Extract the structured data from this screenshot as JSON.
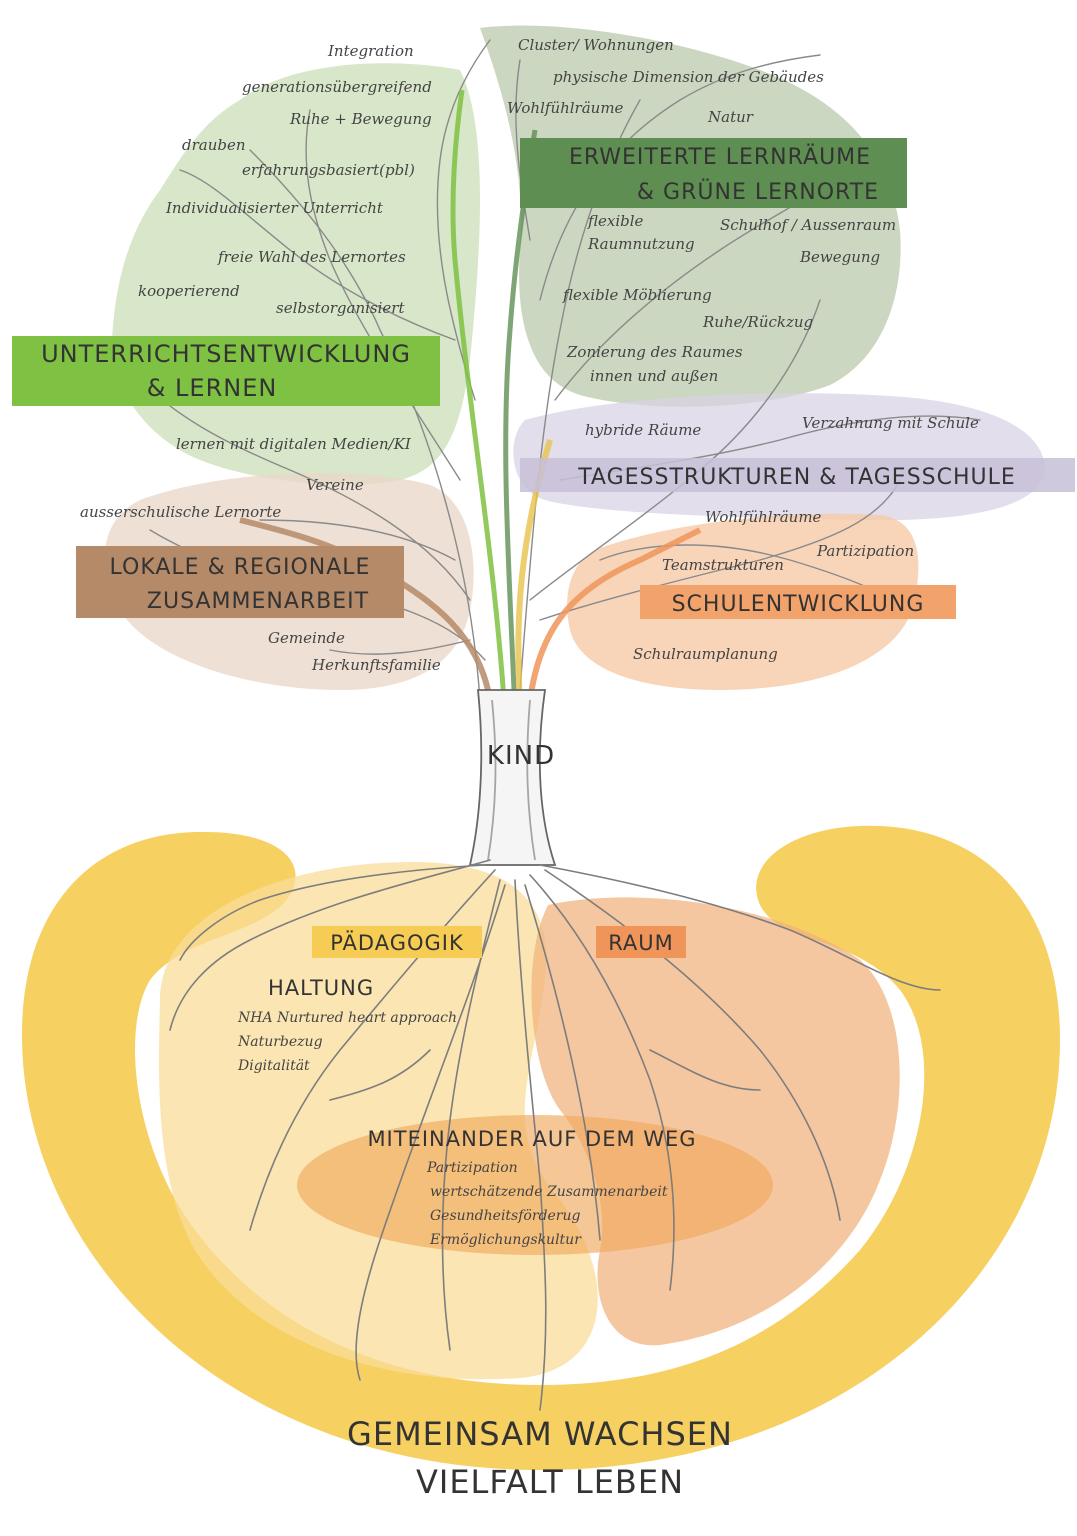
{
  "colors": {
    "green_dark": "#5e8e52",
    "green_light": "#7fc142",
    "green_wash": "#c9dcb4",
    "sage_wash": "#b7c7a8",
    "lavender": "#d8d3e4",
    "brown": "#b58a68",
    "brown_wash": "#ead8c9",
    "orange": "#f2a36b",
    "orange_wash": "#f6c9a5",
    "yellow": "#f6cc55",
    "yellow_wash": "#f9dd9a",
    "sand": "#f4dca4"
  },
  "categories": {
    "unterricht": {
      "line1": "UNTERRICHTSENTWICKLUNG",
      "line2": "& LERNEN"
    },
    "erweiterte": {
      "line1": "ERWEITERTE LERNRÄUME",
      "line2": "& GRÜNE LERNORTE"
    },
    "tagesstrukturen": {
      "label": "TAGESSTRUKTUREN & TAGESSCHULE"
    },
    "lokale": {
      "line1": "LOKALE & REGIONALE",
      "line2": "ZUSAMMENARBEIT"
    },
    "schulentwicklung": {
      "label": "SCHULENTWICKLUNG"
    },
    "paedagogik": {
      "label": "PÄDAGOGIK"
    },
    "raum": {
      "label": "RAUM"
    }
  },
  "center": {
    "kind": "KIND"
  },
  "unterricht_items": {
    "integration": "Integration",
    "generationen": "generationsübergreifend",
    "ruhe_bewegung": "Ruhe + Bewegung",
    "drauben": "drauben",
    "erfahrung": "erfahrungsbasiert(pbl)",
    "individual": "Individualisierter Unterricht",
    "freie_wahl": "freie Wahl des Lernortes",
    "kooperierend": "kooperierend",
    "selbst": "selbstorganisiert",
    "digital": "lernen mit digitalen Medien/KI"
  },
  "erweiterte_items": {
    "cluster": "Cluster/ Wohnungen",
    "physisch": "physische Dimension der Gebäudes",
    "wohlfuehl": "Wohlfühlräume",
    "natur": "Natur",
    "flexible1": "flexible",
    "flexible2": "Raumnutzung",
    "schulhof": "Schulhof / Aussenraum",
    "bewegung": "Bewegung",
    "moeblierung": "flexible Möblierung",
    "ruhe": "Ruhe/Rückzug",
    "zonierung1": "Zonierung des Raumes",
    "zonierung2": "innen und außen"
  },
  "tages_items": {
    "hybride": "hybride Räume",
    "verzahnung": "Verzahnung mit Schule",
    "wohlfuehl": "Wohlfühlräume"
  },
  "schul_items": {
    "partizipation": "Partizipation",
    "team": "Teamstrukturen",
    "planung": "Schulraumplanung"
  },
  "lokale_items": {
    "vereine": "Vereine",
    "ausser": "ausserschulische Lernorte",
    "gemeinde": "Gemeinde",
    "herkunft": "Herkunftsfamilie"
  },
  "roots": {
    "haltung": "HALTUNG",
    "nha": "NHA Nurtured heart approach",
    "naturbezug": "Naturbezug",
    "digitalitaet": "Digitalität",
    "miteinander": "MITEINANDER AUF DEM WEG",
    "partizipation": "Partizipation",
    "wertschaetzend": "wertschätzende Zusammenarbeit",
    "gesundheit": "Gesundheitsförderug",
    "ermoeglichung": "Ermöglichungskultur"
  },
  "footer": {
    "line1": "GEMEINSAM  WACHSEN",
    "line2": "VIELFALT LEBEN"
  }
}
